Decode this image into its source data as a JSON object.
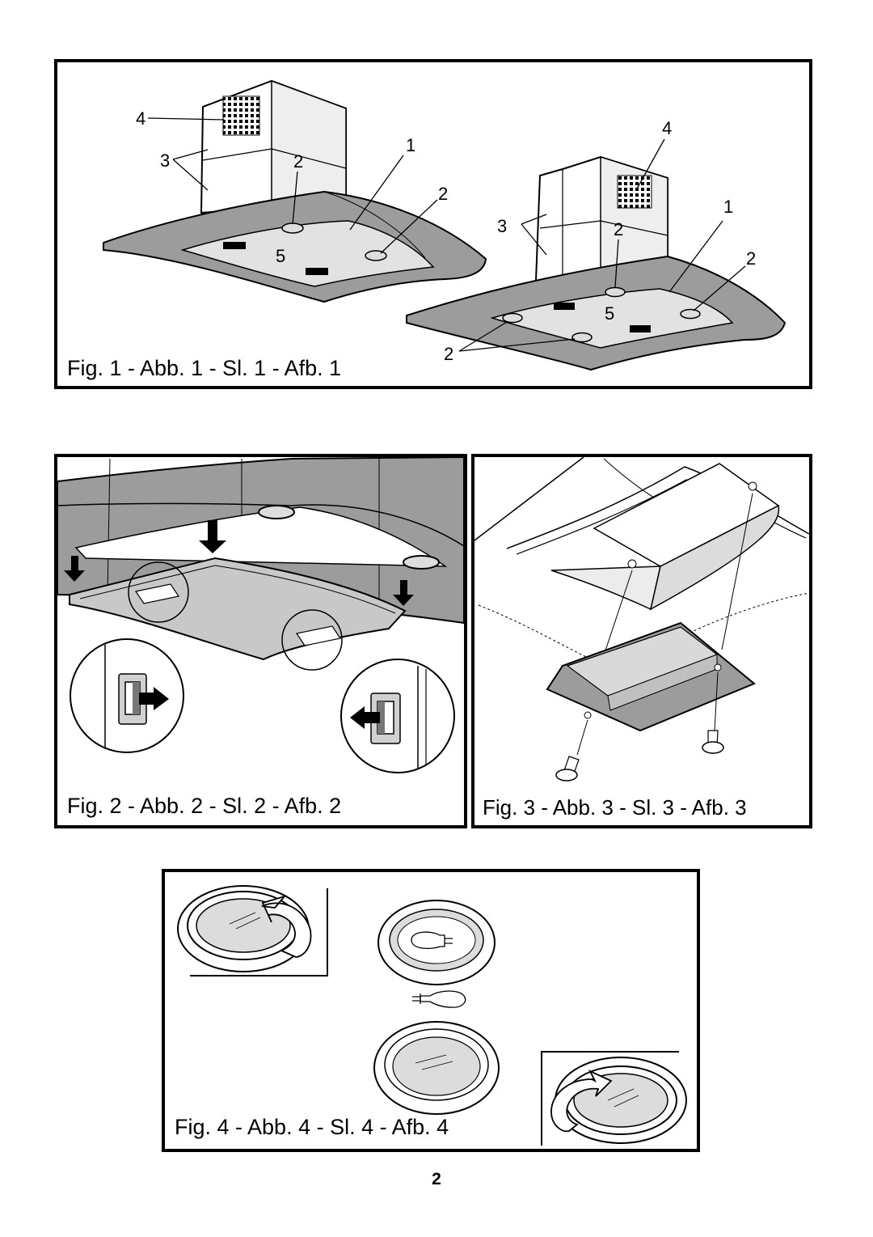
{
  "figures": {
    "fig1": {
      "caption": "Fig. 1 - Abb. 1 - Sl. 1 - Afb. 1",
      "callouts": {
        "n1": "1",
        "n2": "2",
        "n3": "3",
        "n4": "4",
        "n5": "5"
      }
    },
    "fig2": {
      "caption": "Fig. 2 - Abb. 2 - Sl. 2 - Afb. 2"
    },
    "fig3": {
      "caption": "Fig. 3 - Abb. 3 - Sl. 3 - Afb. 3"
    },
    "fig4": {
      "caption": "Fig. 4 - Abb. 4 - Sl. 4 - Afb. 4"
    }
  },
  "page_number": "2",
  "colors": {
    "hood_grey": "#9c9c9c",
    "filter_grey": "#d9d9d9",
    "line": "#000000"
  }
}
